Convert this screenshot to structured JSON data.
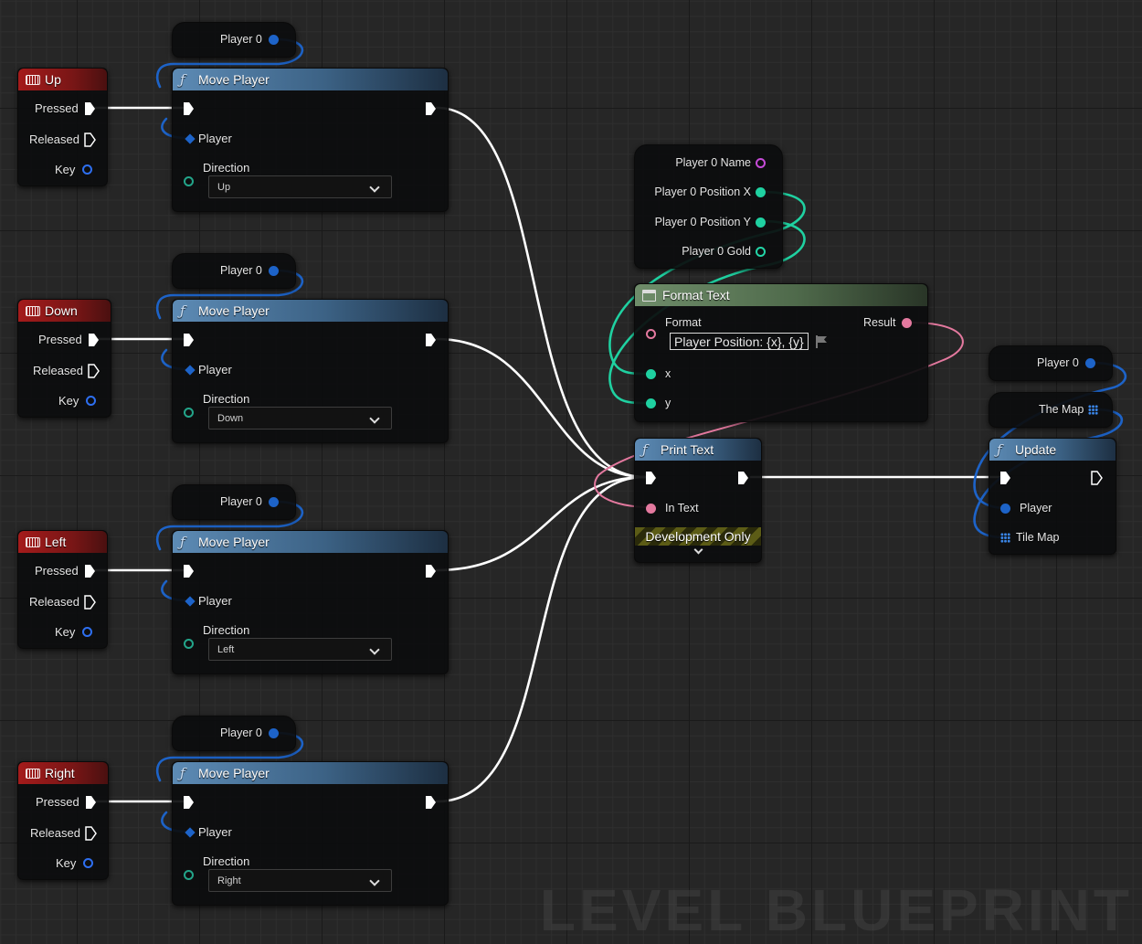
{
  "colors": {
    "exec": "#ffffff",
    "object_pin": "#1d63c8",
    "float_pin": "#1fd1a1",
    "text_pin": "#e4799f",
    "name_pin": "#c64bd8",
    "int_pin": "#23d5a7",
    "key_pin": "#2e6ff0"
  },
  "input_events": [
    {
      "title": "Up",
      "pressed": "Pressed",
      "released": "Released",
      "key": "Key"
    },
    {
      "title": "Down",
      "pressed": "Pressed",
      "released": "Released",
      "key": "Key"
    },
    {
      "title": "Left",
      "pressed": "Pressed",
      "released": "Released",
      "key": "Key"
    },
    {
      "title": "Right",
      "pressed": "Pressed",
      "released": "Released",
      "key": "Key"
    }
  ],
  "player_getters": [
    {
      "label": "Player 0"
    },
    {
      "label": "Player 0"
    },
    {
      "label": "Player 0"
    },
    {
      "label": "Player 0"
    }
  ],
  "move_player_nodes": [
    {
      "title": "Move Player",
      "player": "Player",
      "direction": "Direction",
      "value": "Up"
    },
    {
      "title": "Move Player",
      "player": "Player",
      "direction": "Direction",
      "value": "Down"
    },
    {
      "title": "Move Player",
      "player": "Player",
      "direction": "Direction",
      "value": "Left"
    },
    {
      "title": "Move Player",
      "player": "Player",
      "direction": "Direction",
      "value": "Right"
    }
  ],
  "player_vars": {
    "name": "Player 0 Name",
    "pos_x": "Player 0 Position X",
    "pos_y": "Player 0 Position Y",
    "gold": "Player 0 Gold"
  },
  "format_text": {
    "title": "Format Text",
    "format_label": "Format",
    "format_value": "Player Position: {x}, {y}",
    "result": "Result",
    "x": "x",
    "y": "y"
  },
  "print_text": {
    "title": "Print Text",
    "in_text": "In Text",
    "dev_only": "Development Only"
  },
  "player0_var": {
    "label": "Player 0"
  },
  "the_map_var": {
    "label": "The Map"
  },
  "update_node": {
    "title": "Update",
    "player": "Player",
    "tile_map": "Tile Map"
  }
}
